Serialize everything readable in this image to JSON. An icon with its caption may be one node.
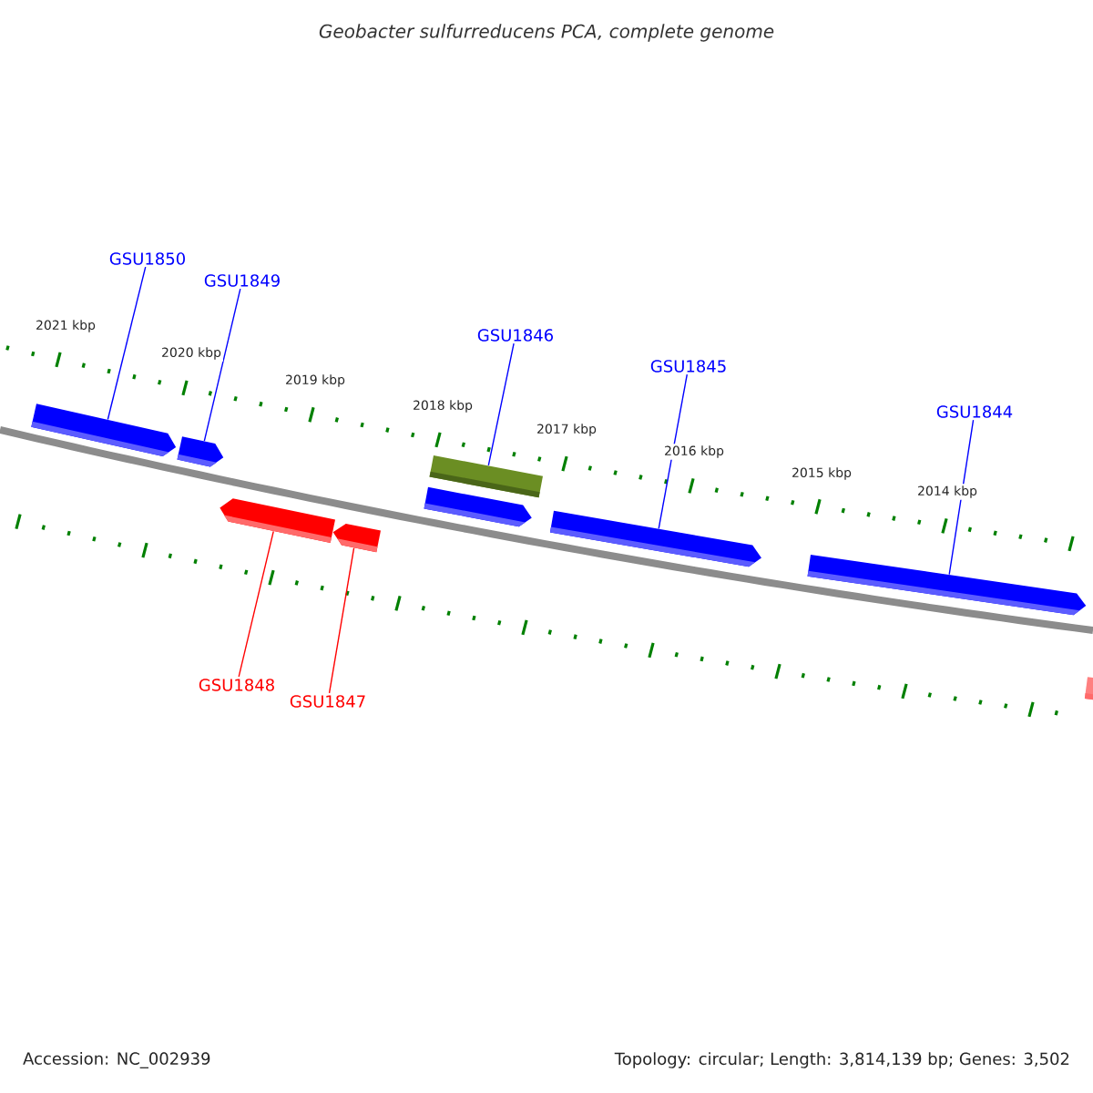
{
  "diagram": {
    "title": "Geobacter sulfurreducens PCA, complete genome",
    "nodes": [
      {
        "text": [
          "GSU1850"
        ]
      },
      {
        "text": [
          "GSU1849"
        ]
      },
      {
        "text": [
          "GSU1846"
        ]
      },
      {
        "text": [
          "GSU1845"
        ]
      },
      {
        "text": [
          "GSU1844"
        ]
      },
      {
        "text": [
          "GSU1848"
        ]
      },
      {
        "text": [
          "GSU1847"
        ]
      },
      {
        "text": [],
        "shape": "bar"
      },
      {
        "text": [],
        "shape": "bar"
      },
      {
        "text": [],
        "shape": "bar"
      },
      {
        "text": [],
        "shape": "bar"
      },
      {
        "text": [],
        "shape": "bar"
      },
      {
        "text": [],
        "shape": "bar"
      },
      {
        "text": [],
        "shape": "bar"
      },
      {
        "text": [],
        "shape": "bar"
      },
      {
        "text": [],
        "shape": "bar"
      }
    ],
    "edges": [
      {
        "from": 0,
        "to": 7,
        "arrow": "none"
      },
      {
        "from": 1,
        "to": 8,
        "arrow": "none"
      },
      {
        "from": 2,
        "to": 11,
        "arrow": "none"
      },
      {
        "from": 3,
        "to": 13,
        "arrow": "none"
      },
      {
        "from": 4,
        "to": 14,
        "arrow": "none"
      },
      {
        "from": 5,
        "to": 9,
        "arrow": "none",
        "color": "#ff0000"
      },
      {
        "from": 6,
        "to": 10,
        "arrow": "none",
        "color": "#ff0000"
      }
    ],
    "labels": [
      "2021 kbp",
      "2020 kbp",
      "2019 kbp",
      "2018 kbp",
      "2017 kbp",
      "2016 kbp",
      "2015 kbp",
      "2014 kbp",
      "Accession: NC_002939",
      "Topology: circular; Length: 3,814,139 bp; Genes: 3,502"
    ]
  }
}
